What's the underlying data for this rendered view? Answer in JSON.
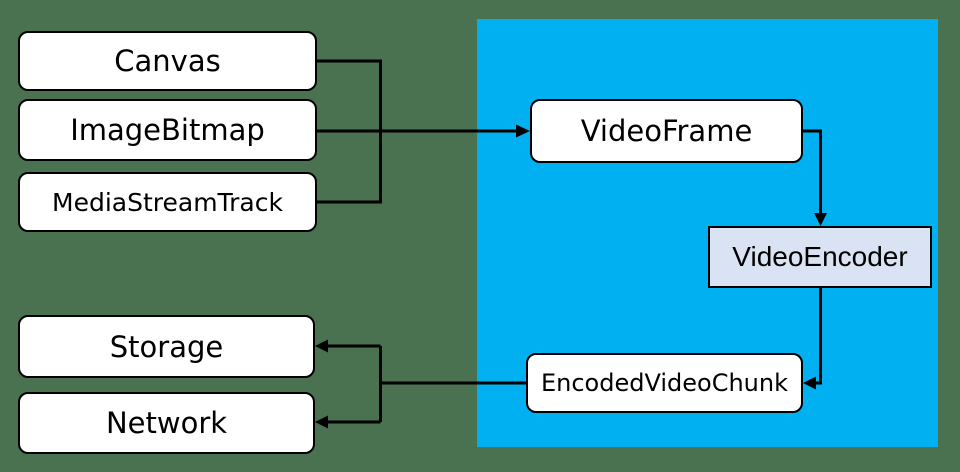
{
  "colors": {
    "background": "#4a7150",
    "pipeline_region": "#00b0f0",
    "node_fill": "#ffffff",
    "encoder_node_fill": "#dae3f3",
    "node_border": "#000000",
    "connector": "#000000",
    "label_text": "#000000"
  },
  "nodes": {
    "canvas": {
      "label": "Canvas"
    },
    "image_bitmap": {
      "label": "ImageBitmap"
    },
    "media_stream_track": {
      "label": "MediaStreamTrack"
    },
    "video_frame": {
      "label": "VideoFrame"
    },
    "video_encoder": {
      "label": "VideoEncoder"
    },
    "encoded_video_chunk": {
      "label": "EncodedVideoChunk"
    },
    "storage": {
      "label": "Storage"
    },
    "network": {
      "label": "Network"
    }
  }
}
